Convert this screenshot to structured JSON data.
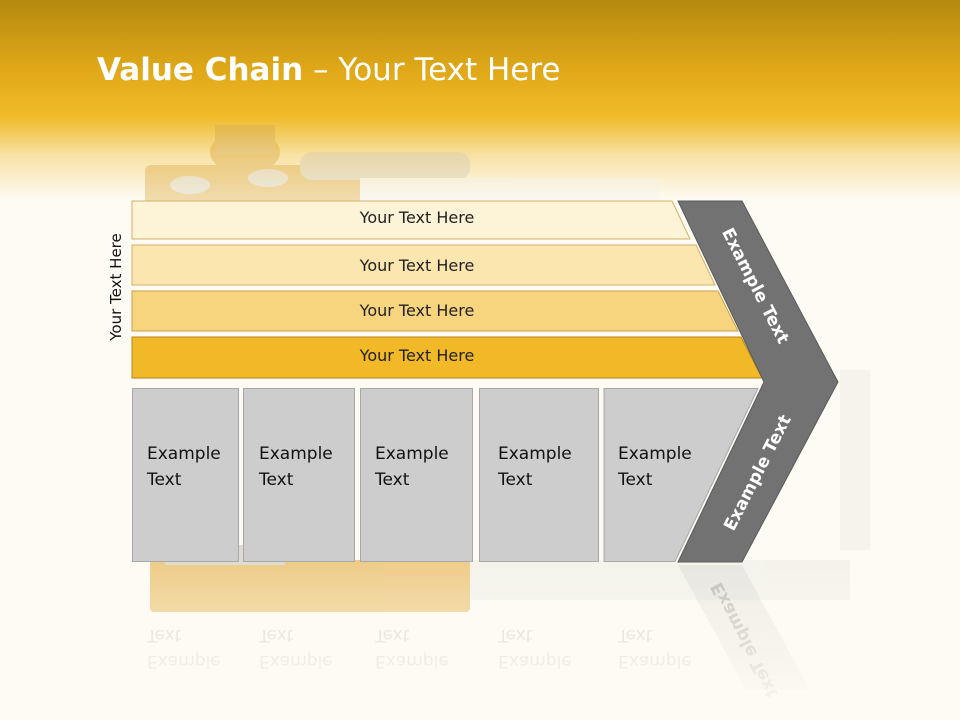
{
  "slide": {
    "title_bold": "Value Chain",
    "title_rest": " – Your Text Here",
    "side_label": "Your Text Here"
  },
  "bars": [
    {
      "label": "Your Text Here",
      "color": "#fdf3d6"
    },
    {
      "label": "Your Text Here",
      "color": "#fae6ae"
    },
    {
      "label": "Your Text Here",
      "color": "#f7d57e"
    },
    {
      "label": "Your Text Here",
      "color": "#f1b827"
    }
  ],
  "columns": [
    {
      "line1": "Example",
      "line2": "Text"
    },
    {
      "line1": "Example",
      "line2": "Text"
    },
    {
      "line1": "Example",
      "line2": "Text"
    },
    {
      "line1": "Example",
      "line2": "Text"
    },
    {
      "line1": "Example",
      "line2": "Text"
    }
  ],
  "chevron": {
    "upper_label": "Example Text",
    "lower_label": "Example Text",
    "color": "#727272"
  }
}
